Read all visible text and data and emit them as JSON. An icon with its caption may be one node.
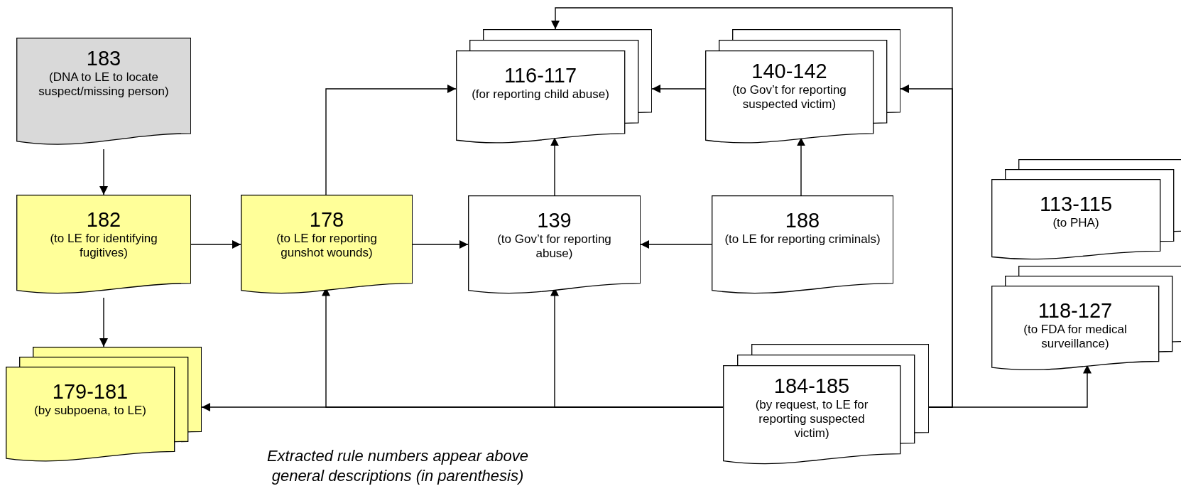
{
  "diagram": {
    "caption": "Extracted rule numbers appear above general descriptions (in parenthesis)",
    "nodes": [
      {
        "text": [
          "183",
          "(DNA to LE to locate suspect/missing person)"
        ]
      },
      {
        "text": [
          "182",
          "(to LE for identifying fugitives)"
        ]
      },
      {
        "text": [
          "178",
          "(to LE for reporting gunshot wounds)"
        ]
      },
      {
        "text": [
          "179-181",
          "(by subpoena, to LE)"
        ]
      },
      {
        "text": [
          "116-117",
          "(for reporting child abuse)"
        ]
      },
      {
        "text": [
          "140-142",
          "(to Gov’t for reporting suspected victim)"
        ]
      },
      {
        "text": [
          "139",
          "(to Gov’t for reporting abuse)"
        ]
      },
      {
        "text": [
          "188",
          "(to LE for reporting criminals)"
        ]
      },
      {
        "text": [
          "184-185",
          "(by request, to LE for reporting suspected victim)"
        ]
      },
      {
        "text": [
          "113-115",
          "(to PHA)"
        ]
      },
      {
        "text": [
          "118-127",
          "(to FDA for medical surveillance)"
        ]
      }
    ],
    "edges": [
      {
        "from": 0,
        "to": 1,
        "arrow": "to"
      },
      {
        "from": 1,
        "to": 2,
        "arrow": "to"
      },
      {
        "from": 1,
        "to": 3,
        "arrow": "to"
      },
      {
        "from": 2,
        "to": 4,
        "arrow": "to"
      },
      {
        "from": 2,
        "to": 6,
        "arrow": "to"
      },
      {
        "from": 6,
        "to": 4,
        "arrow": "to"
      },
      {
        "from": 7,
        "to": 6,
        "arrow": "to"
      },
      {
        "from": 7,
        "to": 5,
        "arrow": "to"
      },
      {
        "from": 5,
        "to": 4,
        "arrow": "to"
      },
      {
        "from": 8,
        "to": 3,
        "arrow": "to"
      },
      {
        "from": 8,
        "to": 2,
        "arrow": "to"
      },
      {
        "from": 8,
        "to": 6,
        "arrow": "to"
      },
      {
        "from": 8,
        "to": 4,
        "arrow": "to"
      },
      {
        "from": 8,
        "to": 5,
        "arrow": "to"
      },
      {
        "from": 8,
        "to": 10,
        "arrow": "to"
      }
    ]
  }
}
